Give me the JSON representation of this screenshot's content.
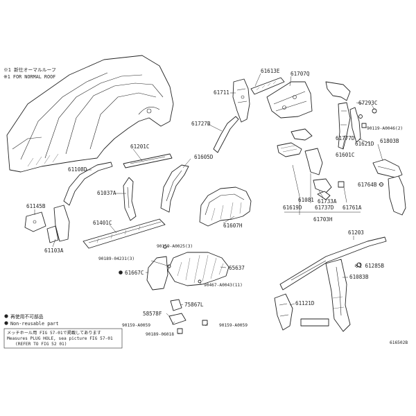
{
  "header_notes": {
    "line1": "※1 新仕オーマルルーフ",
    "line2": "※1 FOR NORMAL ROOF"
  },
  "legend": {
    "reuse_text": "再使用不可部品",
    "nonreuse_text": "Non-reusable part",
    "refer_line1": "メッチホール用 FIG 57-01で掲載してあります",
    "refer_line2": "Measures PLUG HOLE, sea picture FIG 57-01",
    "refer_line3": "(REFER TO FIG 52 01)"
  },
  "figure_code": "616502B",
  "labels": {
    "p61613e": "61613E",
    "p61707q": "61707Q",
    "p61711": "61711",
    "p61727b": "61727B",
    "p61201c": "61201C",
    "p61108d": "61108D",
    "p61037a": "61037A",
    "p61605d": "61605D",
    "p61145b": "61145B",
    "p61401c": "61401C",
    "p61103a": "61103A",
    "p61607h": "61607H",
    "p67293c": "67293C",
    "p90119": "90119-A0046(2)",
    "p61777d": "61777D",
    "p61621d": "61621D",
    "p61601c": "61601C",
    "p61803b": "61803B",
    "p61764b": "61764B",
    "p61081": "61081",
    "p61619d": "61619D",
    "p61733a": "61733A",
    "p61737d": "61737D",
    "p61761a": "61761A",
    "p61703h": "61703H",
    "p90159a": "90159-A0025(3)",
    "p90189a": "90189-04231(3)",
    "p65637": "65637",
    "p61667c": "61667C",
    "p90467": "90467-A0043(11)",
    "p75867l": "75867L",
    "p58578f": "58578F",
    "p90159b": "90159-A0059",
    "p90159c": "90159-A0059",
    "p90189b": "90189-06018",
    "p61203": "61203",
    "p61285b": "※1 61285B",
    "p61083b": "61083B",
    "p61121d": "61121D"
  }
}
